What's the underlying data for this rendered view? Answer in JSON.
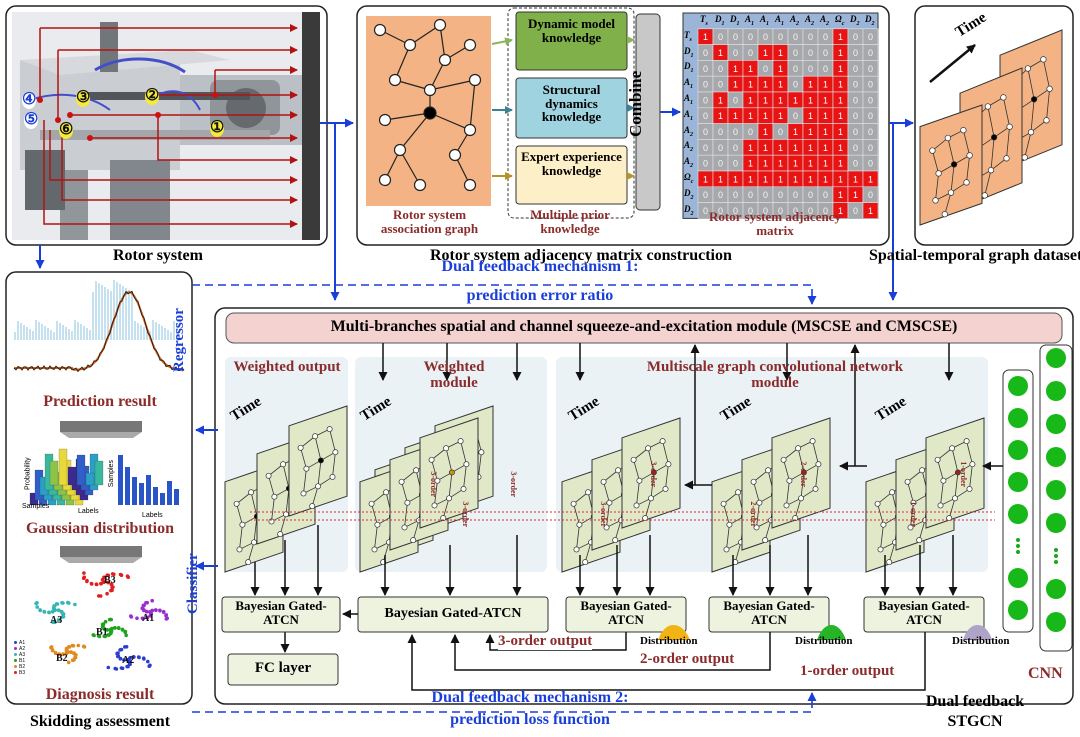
{
  "rotor": {
    "caption": "Rotor system",
    "points": [
      "①",
      "②",
      "③",
      "④",
      "⑤",
      "⑥"
    ]
  },
  "matrix_construction": {
    "caption": "Rotor system adjacency matrix construction",
    "association_graph_label": "Rotor system association graph",
    "prior_label": "Multiple prior knowledge",
    "knowledge": [
      {
        "label": "Dynamic model knowledge",
        "color": "#7fb04a"
      },
      {
        "label": "Structural dynamics knowledge",
        "color": "#9fd3e0"
      },
      {
        "label": "Expert experience knowledge",
        "color": "#fdf0c8"
      }
    ],
    "combine_label": "Combine",
    "adjacency_label": "Rotor system adjacency matrix",
    "matrix_headers": [
      "T_s",
      "D_x^1",
      "D_y^1",
      "A_x^1",
      "A_y^1",
      "A_z^1",
      "A_x^2",
      "A_y^2",
      "A_z^2",
      "Ω_c",
      "D_x^2",
      "D_y^2"
    ],
    "matrix_header_base": [
      "T",
      "D",
      "D",
      "A",
      "A",
      "A",
      "A",
      "A",
      "A",
      "Ω",
      "D",
      "D"
    ],
    "matrix_header_sup": [
      "",
      "x",
      "y",
      "x",
      "y",
      "z",
      "x",
      "y",
      "z",
      "",
      "x",
      "y"
    ],
    "matrix_header_sub": [
      "s",
      "1",
      "1",
      "1",
      "1",
      "1",
      "2",
      "2",
      "2",
      "c",
      "2",
      "2"
    ],
    "matrix_rows": [
      [
        1,
        0,
        0,
        0,
        0,
        0,
        0,
        0,
        0,
        1,
        0,
        0
      ],
      [
        0,
        1,
        0,
        0,
        1,
        1,
        0,
        0,
        0,
        1,
        0,
        0
      ],
      [
        0,
        0,
        1,
        1,
        0,
        1,
        0,
        0,
        0,
        1,
        0,
        0
      ],
      [
        0,
        0,
        1,
        1,
        1,
        1,
        0,
        1,
        1,
        1,
        0,
        0
      ],
      [
        0,
        1,
        0,
        1,
        1,
        1,
        1,
        1,
        1,
        1,
        0,
        0
      ],
      [
        0,
        1,
        1,
        1,
        1,
        1,
        0,
        1,
        1,
        1,
        0,
        0
      ],
      [
        0,
        0,
        0,
        0,
        1,
        0,
        1,
        1,
        1,
        1,
        0,
        0
      ],
      [
        0,
        0,
        0,
        1,
        1,
        1,
        1,
        1,
        1,
        1,
        0,
        0
      ],
      [
        0,
        0,
        0,
        1,
        1,
        1,
        1,
        1,
        1,
        1,
        0,
        0
      ],
      [
        1,
        1,
        1,
        1,
        1,
        1,
        1,
        1,
        1,
        1,
        1,
        1
      ],
      [
        0,
        0,
        0,
        0,
        0,
        0,
        0,
        0,
        0,
        1,
        1,
        0
      ],
      [
        0,
        0,
        0,
        0,
        0,
        0,
        0,
        0,
        0,
        1,
        0,
        1
      ]
    ]
  },
  "dataset": {
    "caption": "Spatial-temporal graph dataset",
    "time_label": "Time"
  },
  "feedback": {
    "mech1_line1": "Dual feedback mechanism 1:",
    "mech1_line2": "prediction error ratio",
    "mech2_line1": "Dual feedback mechanism 2:",
    "mech2_line2": "prediction loss function"
  },
  "skidding": {
    "caption": "Skidding assessment",
    "prediction_label": "Prediction result",
    "gaussian_label": "Gaussian distribution",
    "diagnosis_label": "Diagnosis result",
    "regressor_label": "Regressor",
    "classifier_label": "Classifier",
    "axis_probability": "Probability",
    "axis_samples": "Samples",
    "axis_labels": "Labels",
    "clusters": [
      "B3",
      "A1",
      "A3",
      "B1",
      "B2",
      "A2"
    ],
    "legend": [
      "A1",
      "A2",
      "A3",
      "B1",
      "B2",
      "B3"
    ],
    "cluster_colors": [
      "#e02020",
      "#2c3fd0",
      "#35b5b5",
      "#1fa31f",
      "#e08a20",
      "#9a2fd0"
    ]
  },
  "stgcn": {
    "caption_line1": "Dual feedback",
    "caption_line2": "STGCN",
    "module_title": "Multi-branches spatial and channel squeeze-and-excitation module (MSCSE and CMSCSE)",
    "weighted_output": "Weighted output",
    "weighted_module": "Weighted module",
    "multiscale_label": "Multiscale graph convolutional network module",
    "time_label": "Time",
    "bgatcn": "Bayesian Gated-ATCN",
    "fc_layer": "FC layer",
    "order3_output": "3-order output",
    "order2_output": "2-order output",
    "order1_output": "1-order output",
    "distribution": "Distribution",
    "cnn": "CNN",
    "order_tags": [
      "3-order",
      "2-order",
      "1-order"
    ]
  }
}
